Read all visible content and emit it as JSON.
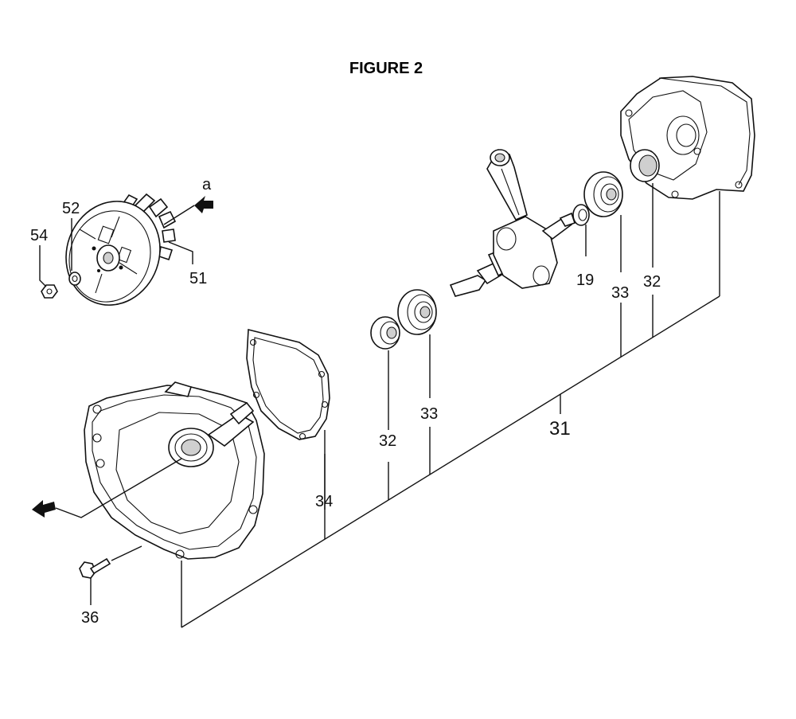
{
  "figure": {
    "title": "FIGURE 2"
  },
  "arrow_labels": {
    "a": "a"
  },
  "callouts": {
    "c54": "54",
    "c52": "52",
    "c51": "51",
    "c19": "19",
    "c33_right": "33",
    "c32_right": "32",
    "c31": "31",
    "c33_left": "33",
    "c32_left": "32",
    "c34": "34",
    "c36": "36"
  },
  "parts": [
    {
      "ref": "54",
      "name": "nut-icon"
    },
    {
      "ref": "52",
      "name": "washer-icon"
    },
    {
      "ref": "51",
      "name": "flywheel-icon"
    },
    {
      "ref": "19",
      "name": "shim-washer-icon"
    },
    {
      "ref": "33",
      "name": "ball-bearing-icon"
    },
    {
      "ref": "32",
      "name": "oil-seal-icon"
    },
    {
      "ref": "31",
      "name": "crankcase-assembly"
    },
    {
      "ref": "34",
      "name": "gasket-icon"
    },
    {
      "ref": "36",
      "name": "bolt-icon"
    }
  ]
}
